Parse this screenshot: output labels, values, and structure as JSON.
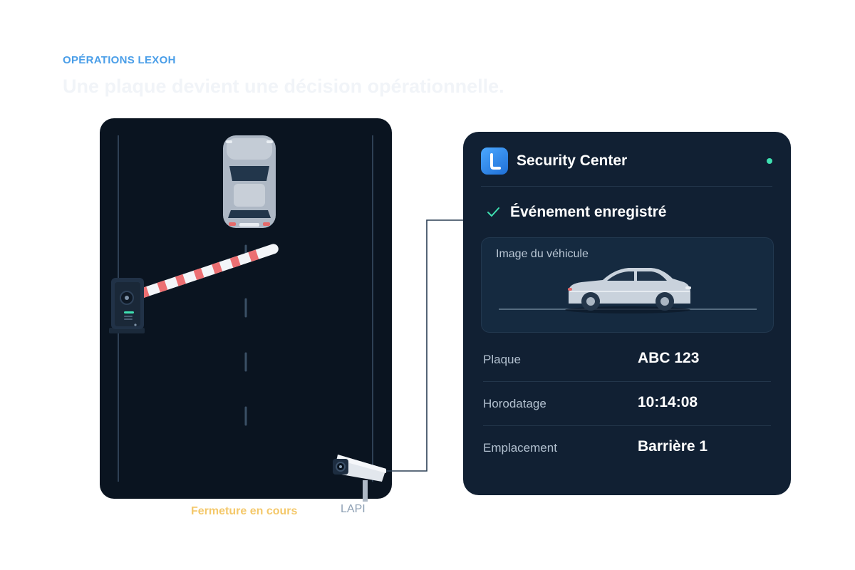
{
  "header": {
    "eyebrow": "OPÉRATIONS LEXOH",
    "headline": "Une plaque devient une décision opérationnelle."
  },
  "scene": {
    "barrier_caption": "Fermeture en cours",
    "camera_caption": "LAPI"
  },
  "panel": {
    "app_title": "Security Center",
    "event_title": "Événement enregistré",
    "image_label": "Image du véhicule",
    "fields": [
      {
        "label": "Plaque",
        "value": "ABC 123"
      },
      {
        "label": "Horodatage",
        "value": "10:14:08"
      },
      {
        "label": "Emplacement",
        "value": "Barrière 1"
      }
    ]
  },
  "icons": {
    "app_logo": "lexoh-logo-icon",
    "status": "online-status-dot",
    "check": "check-icon"
  },
  "colors": {
    "accent_blue": "#4a9ee8",
    "warning_amber": "#f4c86a",
    "success_green": "#3fe0b1",
    "panel_bg": "#112033",
    "road_bg": "#0a1420"
  }
}
